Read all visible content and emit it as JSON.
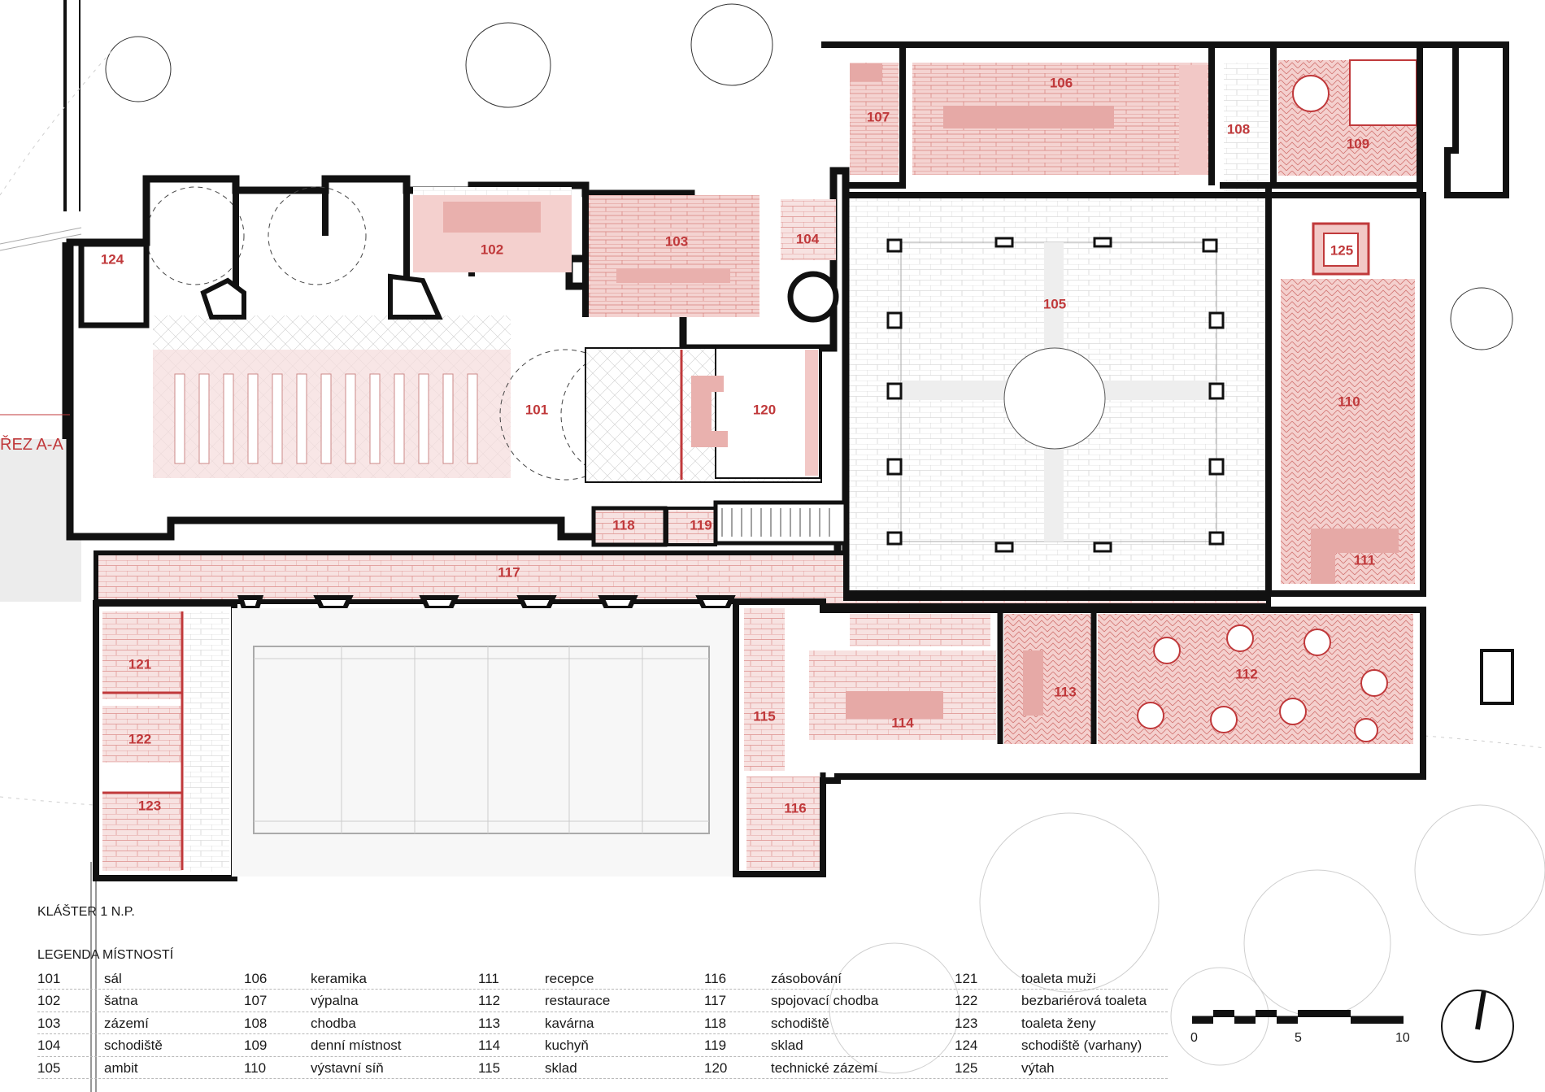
{
  "title": "KLÁŠTER 1 N.P.",
  "legend_heading": "LEGENDA MÍSTNOSTÍ",
  "section_marker": "ŘEZ A-A",
  "legend_columns": [
    [
      {
        "num": "101",
        "name": "sál"
      },
      {
        "num": "102",
        "name": "šatna"
      },
      {
        "num": "103",
        "name": "zázemí"
      },
      {
        "num": "104",
        "name": "schodiště"
      },
      {
        "num": "105",
        "name": "ambit"
      }
    ],
    [
      {
        "num": "106",
        "name": "keramika"
      },
      {
        "num": "107",
        "name": "výpalna"
      },
      {
        "num": "108",
        "name": "chodba"
      },
      {
        "num": "109",
        "name": "denní místnost"
      },
      {
        "num": "110",
        "name": "výstavní síň"
      }
    ],
    [
      {
        "num": "111",
        "name": "recepce"
      },
      {
        "num": "112",
        "name": "restaurace"
      },
      {
        "num": "113",
        "name": "kavárna"
      },
      {
        "num": "114",
        "name": "kuchyň"
      },
      {
        "num": "115",
        "name": "sklad"
      }
    ],
    [
      {
        "num": "116",
        "name": "zásobování"
      },
      {
        "num": "117",
        "name": "spojovací chodba"
      },
      {
        "num": "118",
        "name": "schodiště"
      },
      {
        "num": "119",
        "name": "sklad"
      },
      {
        "num": "120",
        "name": "technické zázemí"
      }
    ],
    [
      {
        "num": "121",
        "name": "toaleta muži"
      },
      {
        "num": "122",
        "name": "bezbariérová toaleta"
      },
      {
        "num": "123",
        "name": "toaleta ženy"
      },
      {
        "num": "124",
        "name": "schodiště (varhany)"
      },
      {
        "num": "125",
        "name": "výtah"
      }
    ]
  ],
  "room_labels": [
    "101",
    "102",
    "103",
    "104",
    "105",
    "106",
    "107",
    "108",
    "109",
    "110",
    "111",
    "112",
    "113",
    "114",
    "115",
    "116",
    "117",
    "118",
    "119",
    "120",
    "121",
    "122",
    "123",
    "124",
    "125"
  ],
  "scale_bar": {
    "ticks": [
      "0",
      "5",
      "10"
    ]
  },
  "colors": {
    "accent_red": "#c0393b",
    "room_fill": "#f2c8c6",
    "wall": "#111111",
    "hatch": "#e3a09d"
  }
}
